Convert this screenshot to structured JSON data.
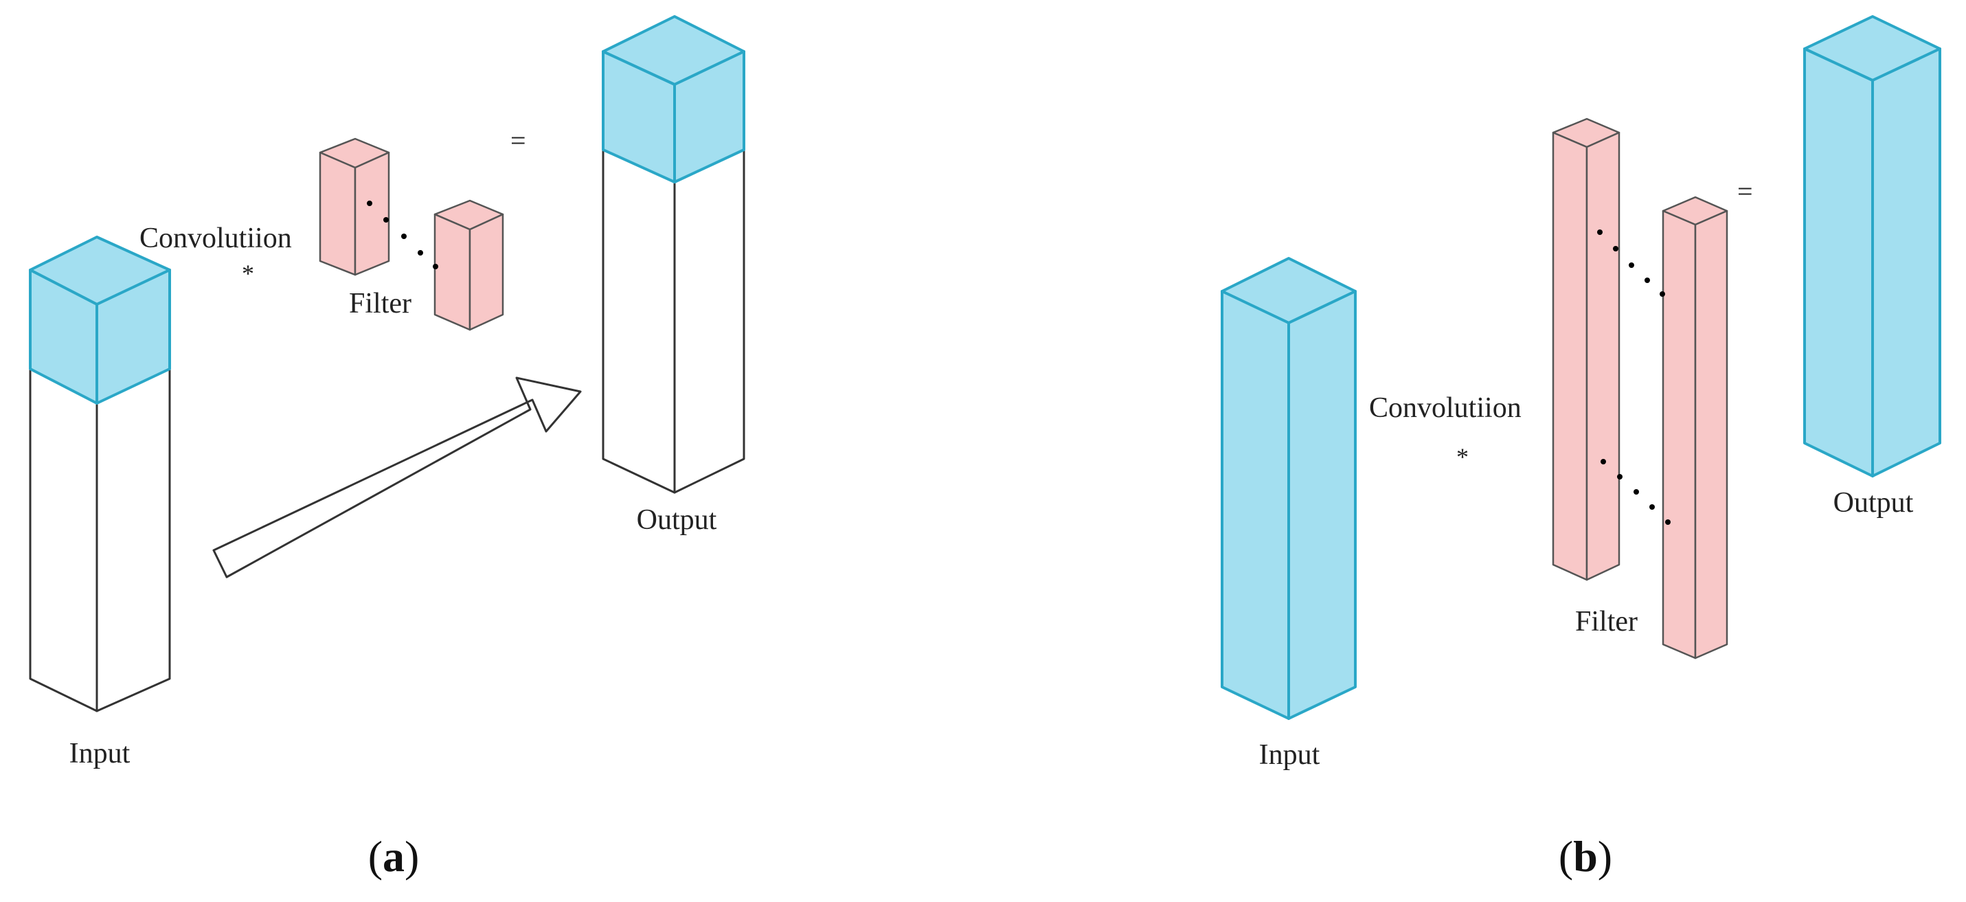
{
  "colors": {
    "blue_fill": "#a3dff0",
    "blue_stroke": "#2aa7c7",
    "pink_fill": "#f8c8c8",
    "pink_stroke": "#555555",
    "white_fill": "#ffffff",
    "edge_stroke": "#333333"
  },
  "panel_a": {
    "convolution_label": "Convolutiion",
    "star_label": "*",
    "filter_label": "Filter",
    "equals_label": "=",
    "input_label": "Input",
    "output_label": "Output",
    "caption_open": "(",
    "caption_letter": "a",
    "caption_close": ")"
  },
  "panel_b": {
    "convolution_label": "Convolutiion",
    "star_label": "*",
    "filter_label": "Filter",
    "equals_label": "=",
    "input_label": "Input",
    "output_label": "Output",
    "caption_open": "(",
    "caption_letter": "b",
    "caption_close": ")"
  }
}
